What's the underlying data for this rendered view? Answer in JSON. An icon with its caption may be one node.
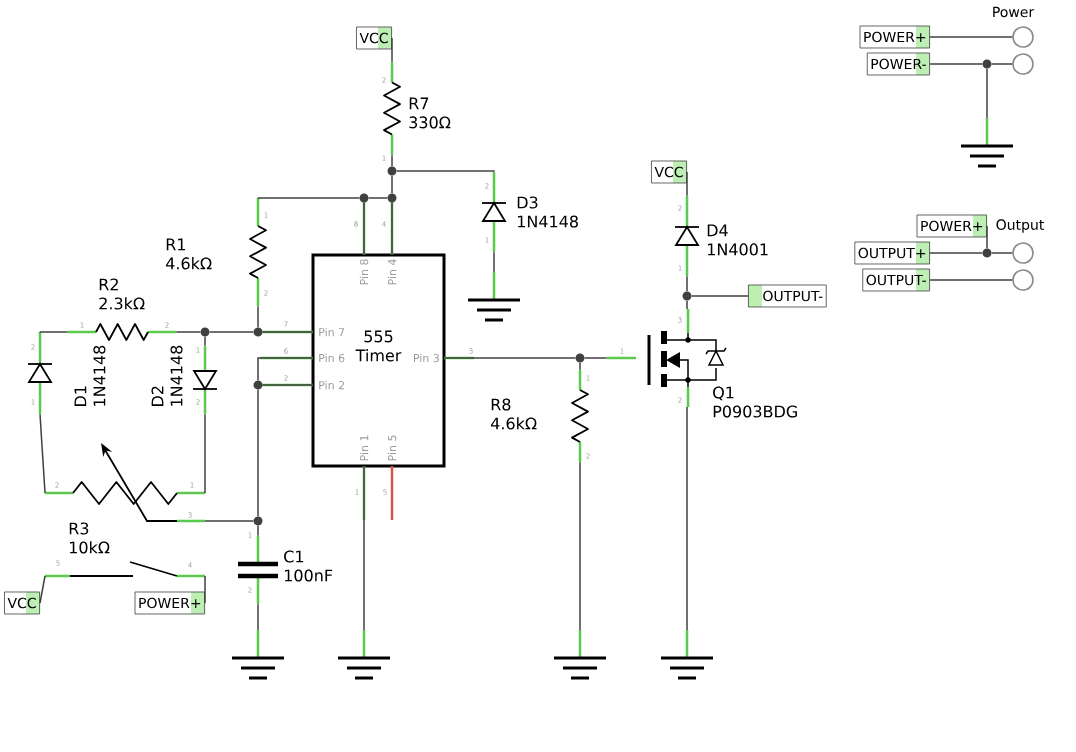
{
  "diagram": {
    "nodes": [
      {
        "text": [
          "VCC"
        ]
      },
      {
        "text": [
          "R7 330Ω"
        ]
      },
      {
        "text": [
          "D3 1N4148"
        ]
      },
      {
        "text": [],
        "shape": "ground"
      },
      {
        "text": [
          "R1 4.6kΩ"
        ]
      },
      {
        "text": [
          "555 Timer",
          "Pin 8",
          "Pin 4",
          "Pin 7",
          "Pin 6",
          "Pin 2",
          "Pin 3",
          "Pin 1",
          "Pin 5"
        ]
      },
      {
        "text": [
          "R2 2.3kΩ"
        ]
      },
      {
        "text": [
          "D1 1N4148"
        ]
      },
      {
        "text": [
          "D2 1N4148"
        ]
      },
      {
        "text": [
          "R3 10kΩ"
        ]
      },
      {
        "text": [
          "C1 100nF"
        ]
      },
      {
        "text": [],
        "shape": "switch"
      },
      {
        "text": [
          "VCC"
        ]
      },
      {
        "text": [
          "POWER+"
        ]
      },
      {
        "text": [],
        "shape": "ground"
      },
      {
        "text": [],
        "shape": "ground"
      },
      {
        "text": [
          "R8 4.6kΩ"
        ]
      },
      {
        "text": [],
        "shape": "ground"
      },
      {
        "text": [
          "VCC"
        ]
      },
      {
        "text": [
          "D4 1N4001"
        ]
      },
      {
        "text": [
          "OUTPUT-"
        ]
      },
      {
        "text": [
          "Q1 P0903BDG"
        ]
      },
      {
        "text": [],
        "shape": "ground"
      },
      {
        "text": [
          "POWER+"
        ]
      },
      {
        "text": [
          "POWER-"
        ]
      },
      {
        "text": [],
        "shape": "circle"
      },
      {
        "text": [],
        "shape": "circle"
      },
      {
        "text": [],
        "shape": "ground"
      },
      {
        "text": [
          "POWER+"
        ]
      },
      {
        "text": [
          "OUTPUT+"
        ]
      },
      {
        "text": [
          "OUTPUT-"
        ]
      },
      {
        "text": [],
        "shape": "circle"
      },
      {
        "text": [],
        "shape": "circle"
      },
      {
        "text": [],
        "shape": "dot"
      },
      {
        "text": [],
        "shape": "dot"
      },
      {
        "text": [],
        "shape": "dot"
      },
      {
        "text": [],
        "shape": "dot"
      },
      {
        "text": [],
        "shape": "dot"
      },
      {
        "text": [],
        "shape": "dot"
      },
      {
        "text": [],
        "shape": "dot"
      },
      {
        "text": [],
        "shape": "dot"
      },
      {
        "text": [],
        "shape": "dot"
      },
      {
        "text": [],
        "shape": "dot"
      },
      {
        "text": [],
        "shape": "dot"
      }
    ],
    "edges": [
      {
        "from": 0,
        "to": 1,
        "arrow": "none"
      },
      {
        "from": 1,
        "to": 33,
        "arrow": "none"
      },
      {
        "from": 33,
        "to": 2,
        "arrow": "none"
      },
      {
        "from": 33,
        "to": 34,
        "arrow": "none"
      },
      {
        "from": 34,
        "to": 5,
        "arrow": "none"
      },
      {
        "from": 34,
        "to": 35,
        "arrow": "none"
      },
      {
        "from": 35,
        "to": 5,
        "arrow": "none"
      },
      {
        "from": 35,
        "to": 4,
        "arrow": "none"
      },
      {
        "from": 2,
        "to": 3,
        "arrow": "none"
      },
      {
        "from": 4,
        "to": 36,
        "arrow": "none"
      },
      {
        "from": 36,
        "to": 5,
        "arrow": "none"
      },
      {
        "from": 37,
        "to": 36,
        "arrow": "none"
      },
      {
        "from": 6,
        "to": 37,
        "arrow": "none"
      },
      {
        "from": 37,
        "to": 8,
        "arrow": "none"
      },
      {
        "from": 6,
        "to": 7,
        "arrow": "none"
      },
      {
        "from": 7,
        "to": 9,
        "arrow": "none"
      },
      {
        "from": 8,
        "to": 9,
        "arrow": "none"
      },
      {
        "from": 9,
        "to": 39,
        "arrow": "none"
      },
      {
        "from": 39,
        "to": 38,
        "arrow": "none"
      },
      {
        "from": 38,
        "to": 5,
        "arrow": "none"
      },
      {
        "from": 38,
        "to": 5,
        "arrow": "none"
      },
      {
        "from": 39,
        "to": 10,
        "arrow": "none"
      },
      {
        "from": 10,
        "to": 14,
        "arrow": "none"
      },
      {
        "from": 12,
        "to": 11,
        "arrow": "none"
      },
      {
        "from": 11,
        "to": 13,
        "arrow": "none"
      },
      {
        "from": 5,
        "to": 15,
        "arrow": "none"
      },
      {
        "from": 5,
        "to": 40,
        "arrow": "none"
      },
      {
        "from": 40,
        "to": 16,
        "arrow": "none"
      },
      {
        "from": 40,
        "to": 21,
        "arrow": "none"
      },
      {
        "from": 16,
        "to": 17,
        "arrow": "none"
      },
      {
        "from": 18,
        "to": 19,
        "arrow": "none"
      },
      {
        "from": 19,
        "to": 41,
        "arrow": "none"
      },
      {
        "from": 41,
        "to": 20,
        "arrow": "none"
      },
      {
        "from": 41,
        "to": 21,
        "arrow": "none"
      },
      {
        "from": 21,
        "to": 22,
        "arrow": "none"
      },
      {
        "from": 23,
        "to": 25,
        "arrow": "none"
      },
      {
        "from": 24,
        "to": 42,
        "arrow": "none"
      },
      {
        "from": 42,
        "to": 26,
        "arrow": "none"
      },
      {
        "from": 42,
        "to": 27,
        "arrow": "none"
      },
      {
        "from": 28,
        "to": 43,
        "arrow": "none"
      },
      {
        "from": 29,
        "to": 43,
        "arrow": "none"
      },
      {
        "from": 43,
        "to": 31,
        "arrow": "none"
      },
      {
        "from": 30,
        "to": 32,
        "arrow": "none"
      }
    ],
    "labels": [
      "Power",
      "2",
      "1",
      "2",
      "8",
      "4",
      "1",
      "2",
      "Output",
      "1",
      "1",
      "2",
      "1",
      "2",
      "7",
      "2",
      "1",
      "6",
      "3",
      "1",
      "3",
      "2",
      "1",
      "2",
      "1",
      "2",
      "2",
      "2",
      "1",
      "1",
      "5",
      "3",
      "1",
      "5",
      "4",
      "2"
    ]
  }
}
